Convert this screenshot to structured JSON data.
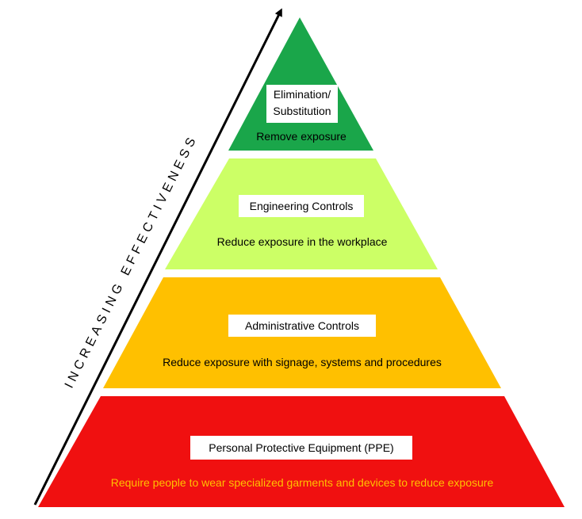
{
  "axis": {
    "label": "INCREASING EFFECTIVENESS"
  },
  "tiers": [
    {
      "title_lines": [
        "Elimination/",
        "Substitution"
      ],
      "description": "Remove exposure",
      "color": "#1aa64a",
      "desc_color": "#000000"
    },
    {
      "title_lines": [
        "Engineering Controls"
      ],
      "description": "Reduce exposure in the workplace",
      "color": "#ccff66",
      "desc_color": "#000000"
    },
    {
      "title_lines": [
        "Administrative Controls"
      ],
      "description": "Reduce exposure with signage, systems and procedures",
      "color": "#ffc000",
      "desc_color": "#000000"
    },
    {
      "title_lines": [
        "Personal Protective Equipment (PPE)"
      ],
      "description": "Require people to wear specialized garments and devices to reduce exposure",
      "color": "#f01010",
      "desc_color": "#ffc000"
    }
  ]
}
